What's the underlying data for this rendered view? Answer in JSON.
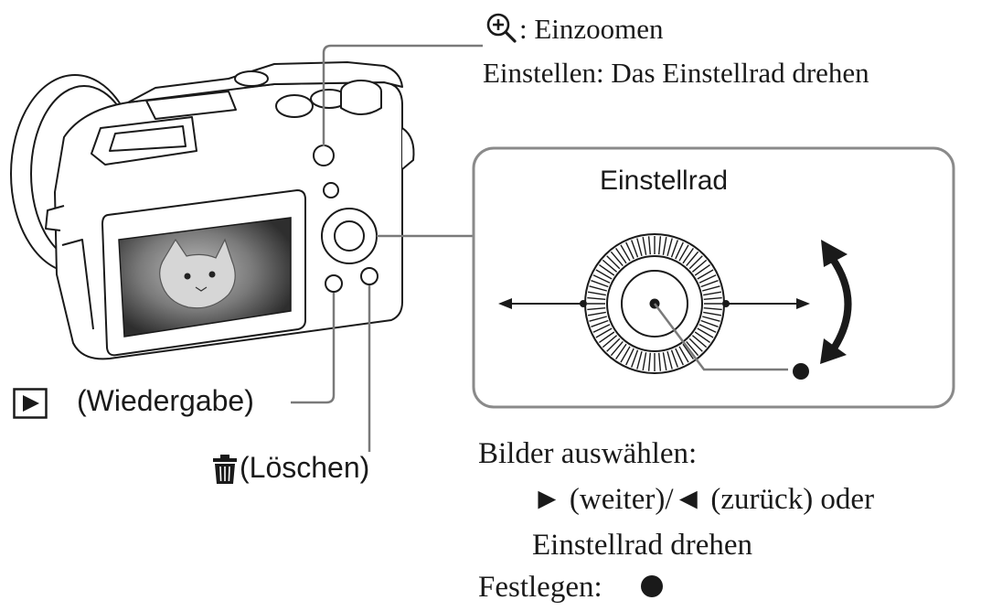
{
  "header": {
    "zoom_label": ": Einzoomen",
    "adjust_label": "Einstellen: Das Einstellrad drehen"
  },
  "dial_box": {
    "title": "Einstellrad"
  },
  "buttons": {
    "playback_label": "(Wiedergabe)",
    "delete_label": "(Löschen)"
  },
  "instructions": {
    "select_title": "Bilder auswählen:",
    "select_line1": "► (weiter)/◄ (zurück) oder",
    "select_line2": "Einstellrad drehen",
    "confirm_label": "Festlegen:"
  },
  "icons": {
    "zoom": "zoom-in-icon",
    "playback": "play-icon",
    "delete": "trash-icon",
    "confirm": "filled-circle-icon"
  },
  "colors": {
    "ink": "#1a1a1a",
    "screen_dark": "#3a3a3a",
    "box_border": "#8a8a8a"
  }
}
